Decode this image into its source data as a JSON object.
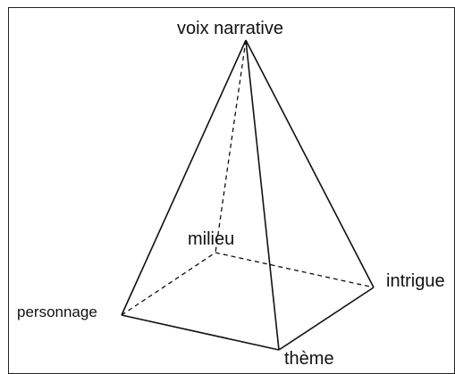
{
  "vertices": {
    "apex": "voix narrative",
    "back": "milieu",
    "right": "intrigue",
    "left": "personnage",
    "front": "thème"
  },
  "style": {
    "line_color": "#111111",
    "frame_color": "#222222"
  }
}
